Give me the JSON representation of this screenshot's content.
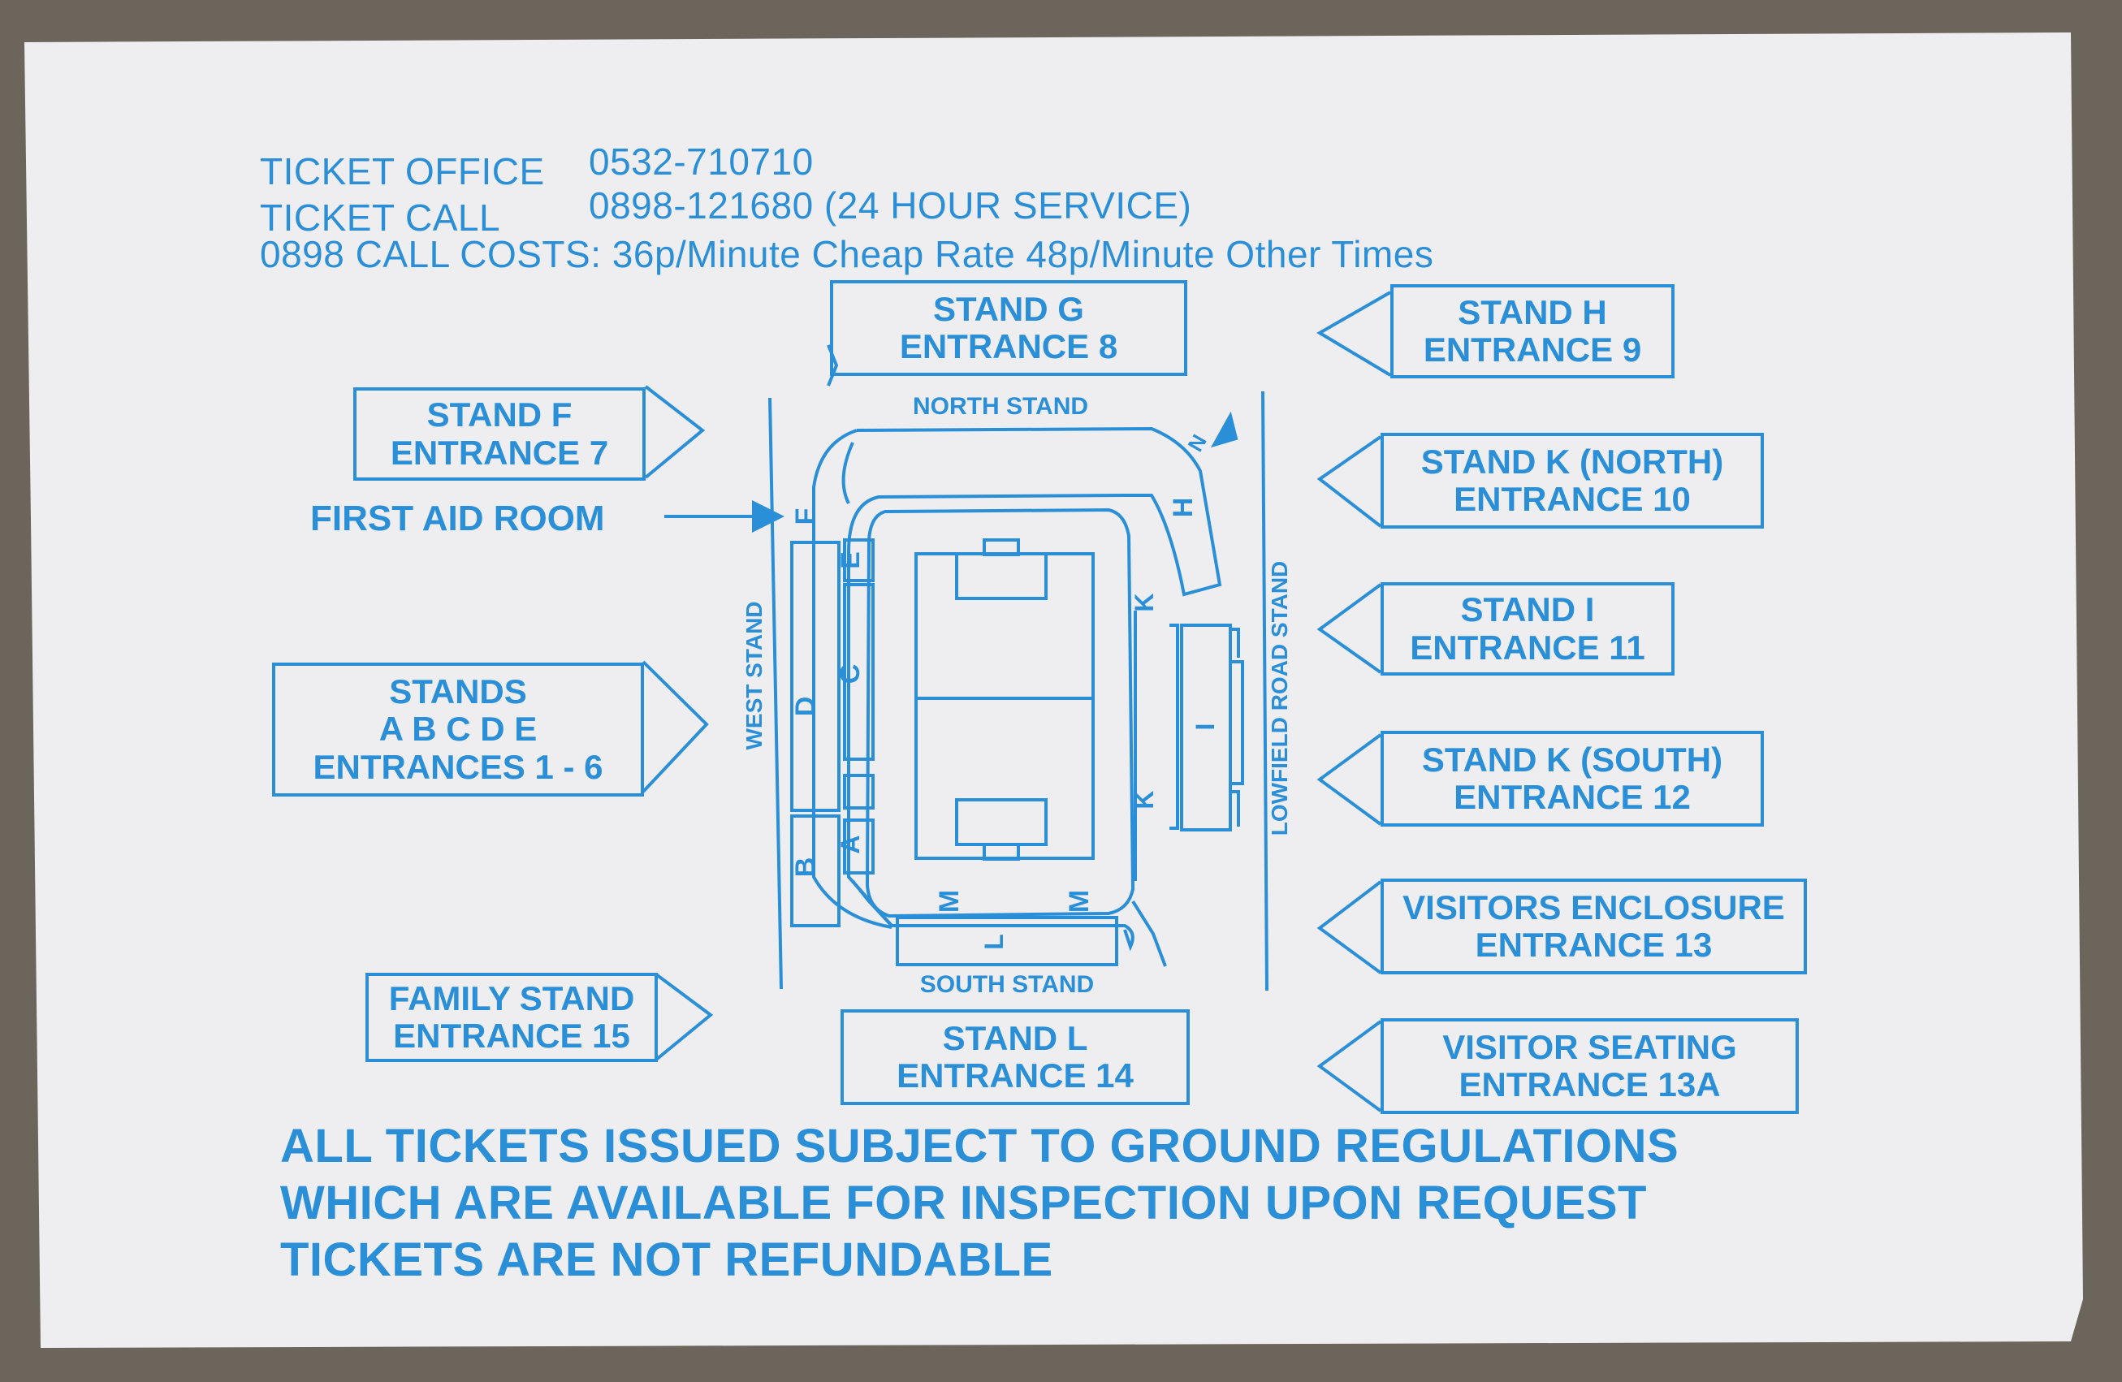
{
  "header": {
    "office_label": "TICKET OFFICE",
    "office_number": "0532-710710",
    "call_label": "TICKET CALL",
    "call_number": "0898-121680 (24 HOUR SERVICE)",
    "costs": "0898 CALL COSTS: 36p/Minute Cheap Rate  48p/Minute Other Times"
  },
  "entrances": {
    "g": {
      "line1": "STAND G",
      "line2": "ENTRANCE 8"
    },
    "h": {
      "line1": "STAND H",
      "line2": "ENTRANCE 9"
    },
    "f": {
      "line1": "STAND F",
      "line2": "ENTRANCE 7"
    },
    "k_north": {
      "line1": "STAND K (NORTH)",
      "line2": "ENTRANCE 10"
    },
    "i": {
      "line1": "STAND I",
      "line2": "ENTRANCE 11"
    },
    "abcde": {
      "line1": "STANDS",
      "line2": "A B C D E",
      "line3": "ENTRANCES 1 - 6"
    },
    "k_south": {
      "line1": "STAND K (SOUTH)",
      "line2": "ENTRANCE 12"
    },
    "visitors_enclosure": {
      "line1": "VISITORS ENCLOSURE",
      "line2": "ENTRANCE 13"
    },
    "family": {
      "line1": "FAMILY STAND",
      "line2": "ENTRANCE 15"
    },
    "l": {
      "line1": "STAND L",
      "line2": "ENTRANCE 14"
    },
    "visitor_seating": {
      "line1": "VISITOR SEATING",
      "line2": "ENTRANCE 13A"
    }
  },
  "first_aid": "FIRST AID ROOM",
  "map": {
    "north": "NORTH STAND",
    "south": "SOUTH STAND",
    "west": "WEST STAND",
    "east": "LOWFIELD ROAD STAND",
    "compass": "N",
    "sections": {
      "a": "A",
      "b": "B",
      "c": "C",
      "d": "D",
      "e": "E",
      "f": "F",
      "h": "H",
      "i": "I",
      "k": "K",
      "l": "L",
      "m": "M"
    }
  },
  "footer": {
    "line1": "ALL TICKETS ISSUED SUBJECT TO GROUND REGULATIONS",
    "line2": "WHICH ARE AVAILABLE FOR INSPECTION UPON REQUEST",
    "line3": "TICKETS ARE NOT REFUNDABLE"
  },
  "colors": {
    "ink": "#2a8fd6",
    "paper": "#eeeef0",
    "background": "#6b655c"
  }
}
